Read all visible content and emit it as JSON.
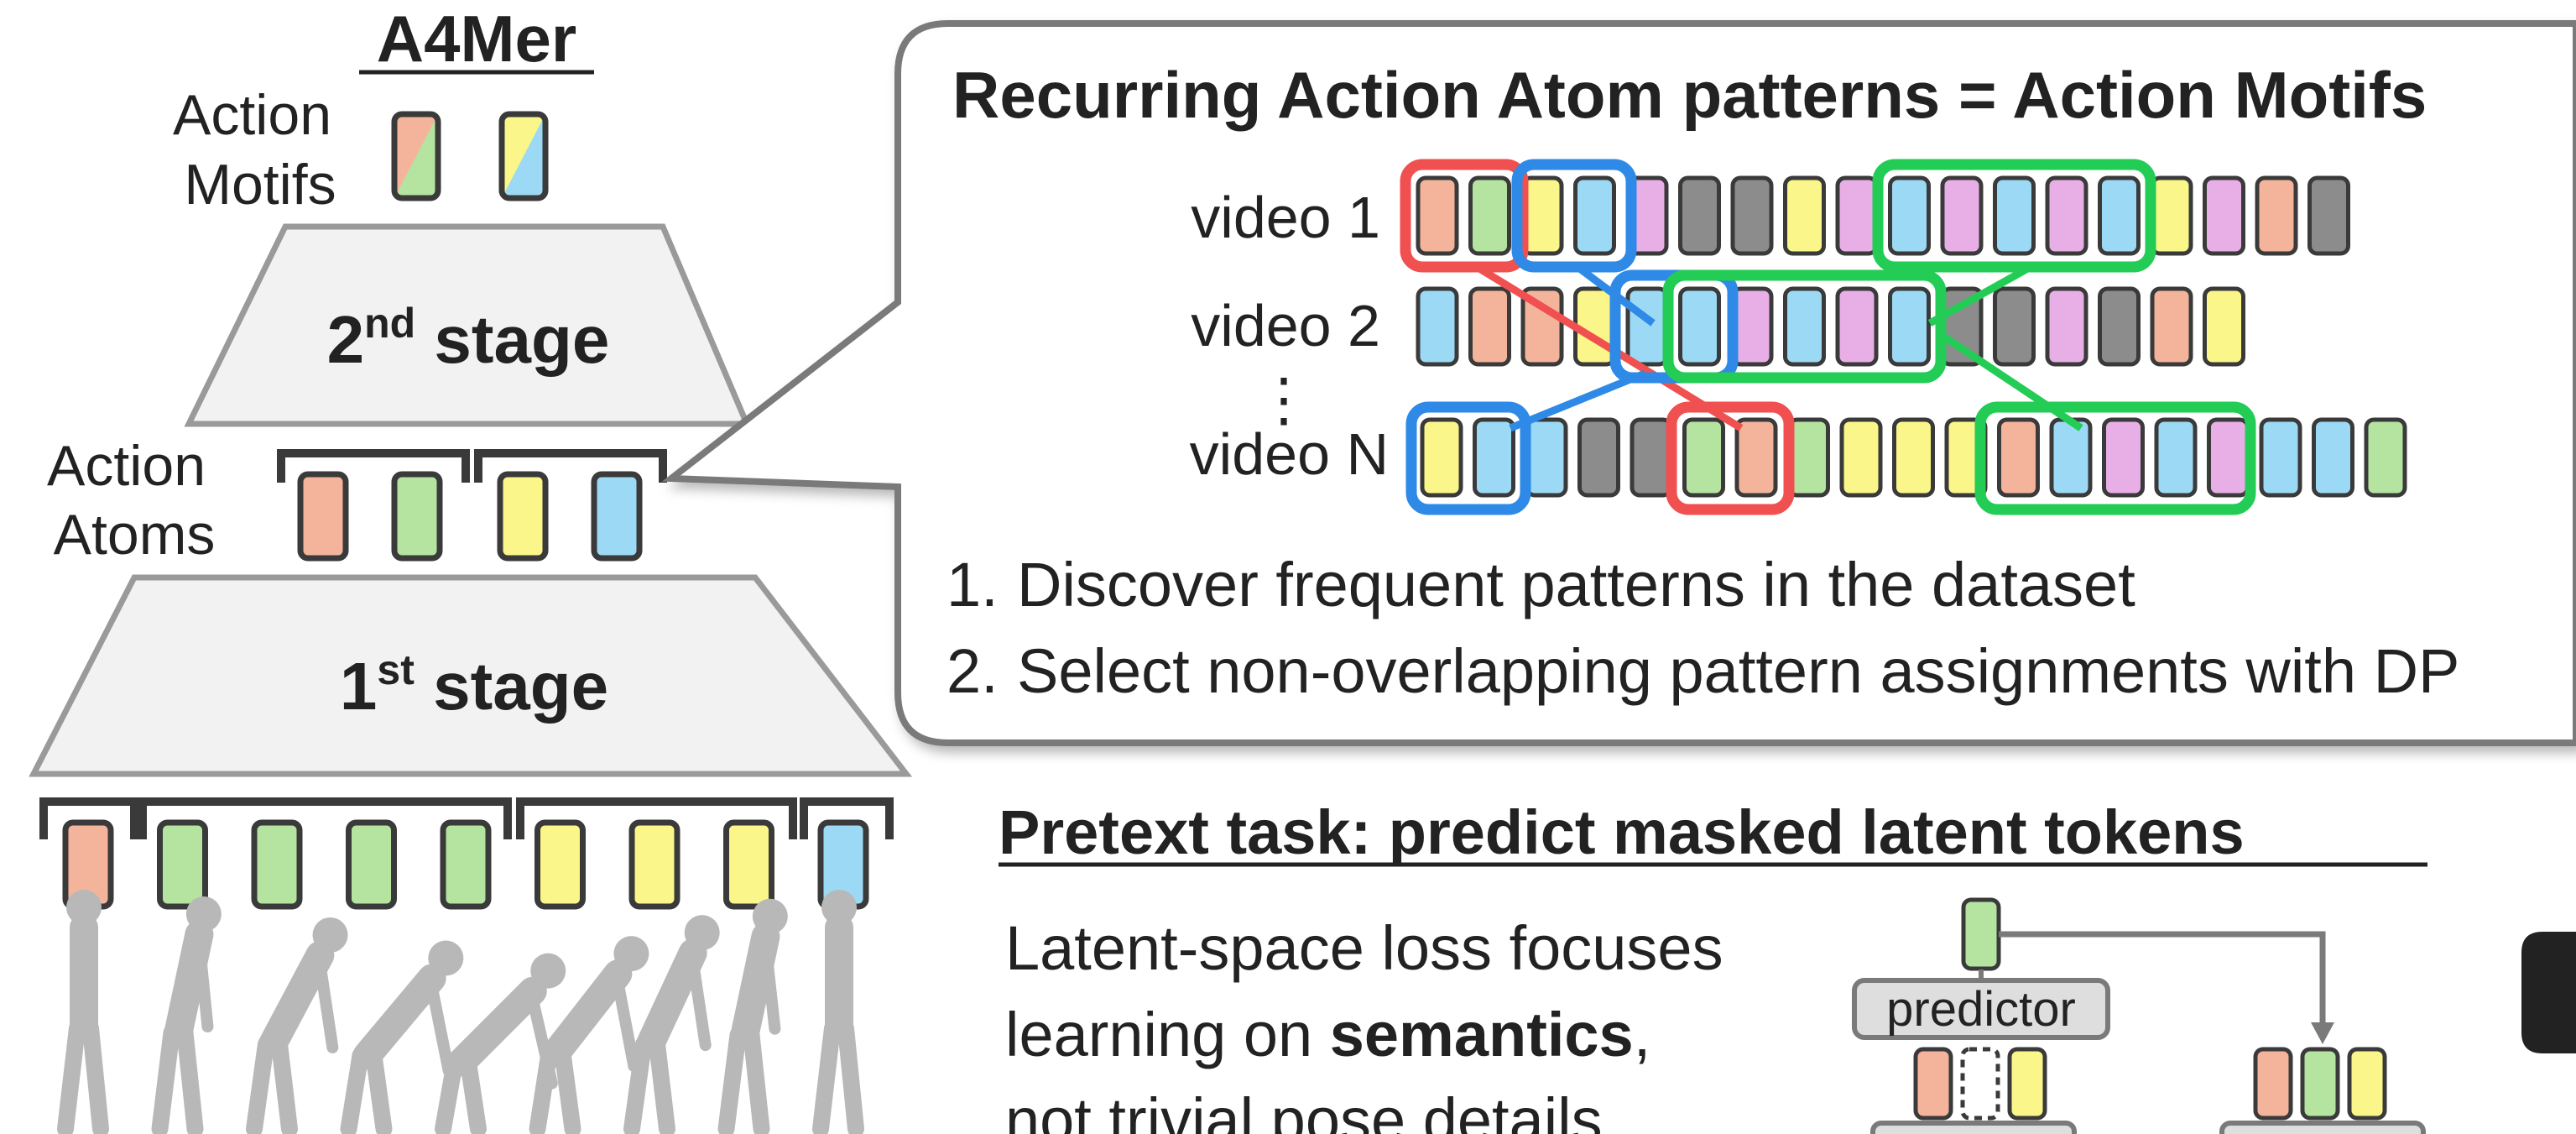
{
  "colors": {
    "orange": "#f4b49c",
    "green": "#b4e4a0",
    "yellow": "#fbf689",
    "blue": "#9cd9f4",
    "pink": "#e8aee6",
    "gray": "#8c8c8c",
    "outline": "#3a3a3a",
    "stage_fill": "#f2f2f2",
    "stage_stroke": "#9a9a9a",
    "highlight_red": "#f05050",
    "highlight_blue": "#2e8ae6",
    "highlight_green": "#22cc55",
    "bubble_stroke": "#7a7a7a",
    "predictor_fill": "#dedede",
    "human": "#b8b8b8"
  },
  "model": {
    "title": "A4Mer",
    "motifs_label": [
      "Action",
      "Motifs"
    ],
    "atoms_label": [
      "Action",
      "Atoms"
    ],
    "stage2": {
      "num": "2",
      "sup": "nd",
      "word": " stage"
    },
    "stage1": {
      "num": "1",
      "sup": "st",
      "word": " stage"
    },
    "motif_tokens": [
      [
        "orange",
        "green"
      ],
      [
        "yellow",
        "blue"
      ]
    ],
    "atom_tokens": [
      "orange",
      "green",
      "yellow",
      "blue"
    ],
    "frame_tokens": [
      "orange",
      "green",
      "green",
      "green",
      "green",
      "yellow",
      "yellow",
      "yellow",
      "blue"
    ]
  },
  "callout": {
    "title": "Recurring Action Atom patterns = Action Motifs",
    "videos": [
      {
        "label": "video 1",
        "tokens": [
          "orange",
          "green",
          "yellow",
          "blue",
          "pink",
          "gray",
          "gray",
          "yellow",
          "pink",
          "blue",
          "pink",
          "blue",
          "pink",
          "blue",
          "yellow",
          "pink",
          "orange",
          "gray"
        ]
      },
      {
        "label": "video 2",
        "tokens": [
          "blue",
          "orange",
          "orange",
          "yellow",
          "blue",
          "blue",
          "pink",
          "blue",
          "pink",
          "blue",
          "gray",
          "gray",
          "pink",
          "gray",
          "orange",
          "yellow"
        ]
      },
      {
        "label": "video N",
        "tokens": [
          "yellow",
          "blue",
          "blue",
          "gray",
          "gray",
          "green",
          "orange",
          "green",
          "yellow",
          "yellow",
          "yellow",
          "orange",
          "blue",
          "pink",
          "blue",
          "pink",
          "blue",
          "blue",
          "green"
        ]
      }
    ],
    "dots": "⋮",
    "steps": [
      {
        "num": "1.",
        "text": "Discover frequent patterns in the dataset"
      },
      {
        "num": "2.",
        "text": "Select non-overlapping pattern assignments with DP"
      }
    ]
  },
  "pretext": {
    "title": "Pretext task: predict masked latent tokens",
    "desc_line1": "Latent-space loss focuses",
    "desc_line2_pre": "learning on ",
    "desc_line2_bold": "semantics",
    "desc_line2_post": ",",
    "desc_line3": "not trivial pose details",
    "predictor_label": "predictor",
    "output_token": "green",
    "input_tokens": [
      "orange",
      "masked",
      "yellow"
    ],
    "target_tokens": [
      "orange",
      "green",
      "yellow"
    ]
  }
}
